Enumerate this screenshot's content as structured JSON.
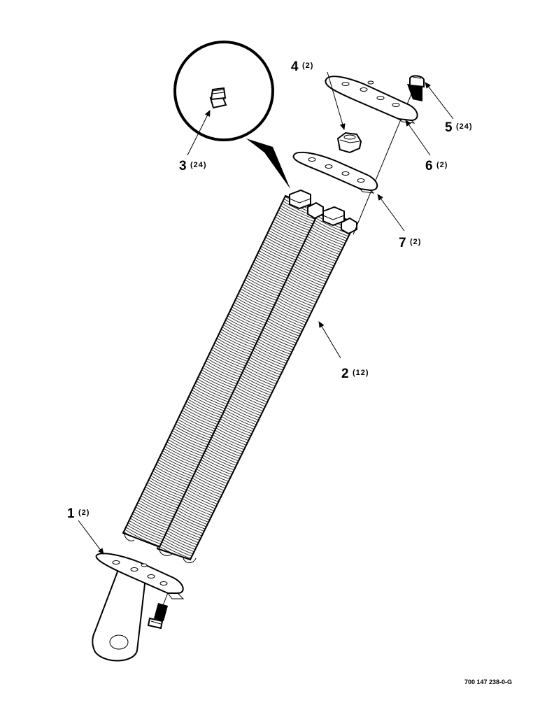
{
  "callouts": [
    {
      "id": "1",
      "qty": "(2)"
    },
    {
      "id": "2",
      "qty": "(12)"
    },
    {
      "id": "3",
      "qty": "(24)"
    },
    {
      "id": "4",
      "qty": "(2)"
    },
    {
      "id": "5",
      "qty": "(24)"
    },
    {
      "id": "6",
      "qty": "(2)"
    },
    {
      "id": "7",
      "qty": "(2)"
    }
  ],
  "document_id": "700 147 238-0-G"
}
